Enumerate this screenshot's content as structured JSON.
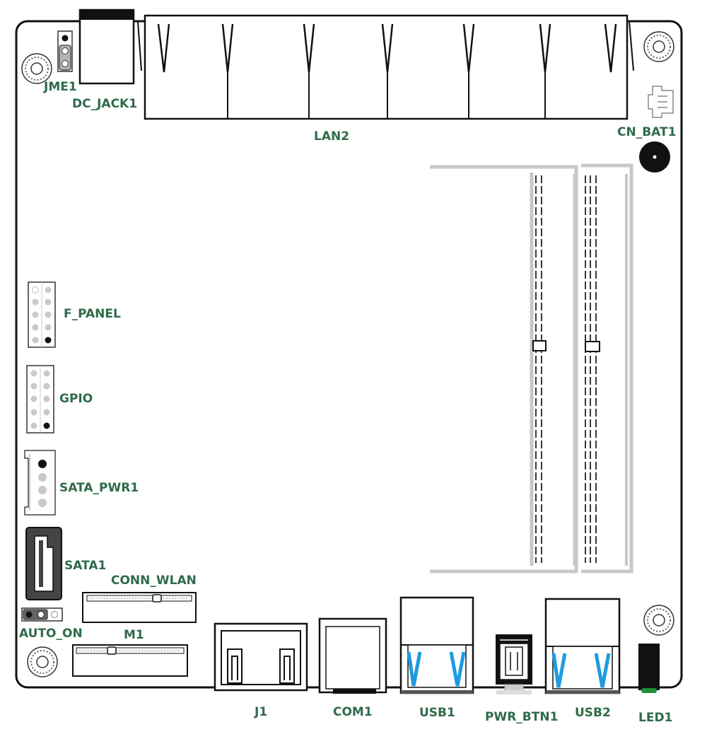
{
  "diagram": {
    "labels": {
      "jme1": "JME1",
      "dc_jack1": "DC_JACK1",
      "lan2": "LAN2",
      "cn_bat1": "CN_BAT1",
      "f_panel": "F_PANEL",
      "gpio": "GPIO",
      "sata_pwr1": "SATA_PWR1",
      "sata1": "SATA1",
      "conn_wlan": "CONN_WLAN",
      "auto_on": "AUTO_ON",
      "m1": "M1",
      "j1": "J1",
      "com1": "COM1",
      "usb1": "USB1",
      "pwr_btn1": "PWR_BTN1",
      "usb2": "USB2",
      "led1": "LED1"
    },
    "colors": {
      "label": "#2e6b4a",
      "outline": "#1a1a1a",
      "usb_accent": "#1e9be0",
      "led": "#1f8f3a",
      "pin_gray": "#c9c9c9",
      "slot_gray": "#c8c8c8"
    },
    "icons": [
      "mounting-hole-icon",
      "buzzer-icon",
      "ethernet-port-icon",
      "usb-port-icon",
      "power-button-icon",
      "led-icon"
    ]
  }
}
